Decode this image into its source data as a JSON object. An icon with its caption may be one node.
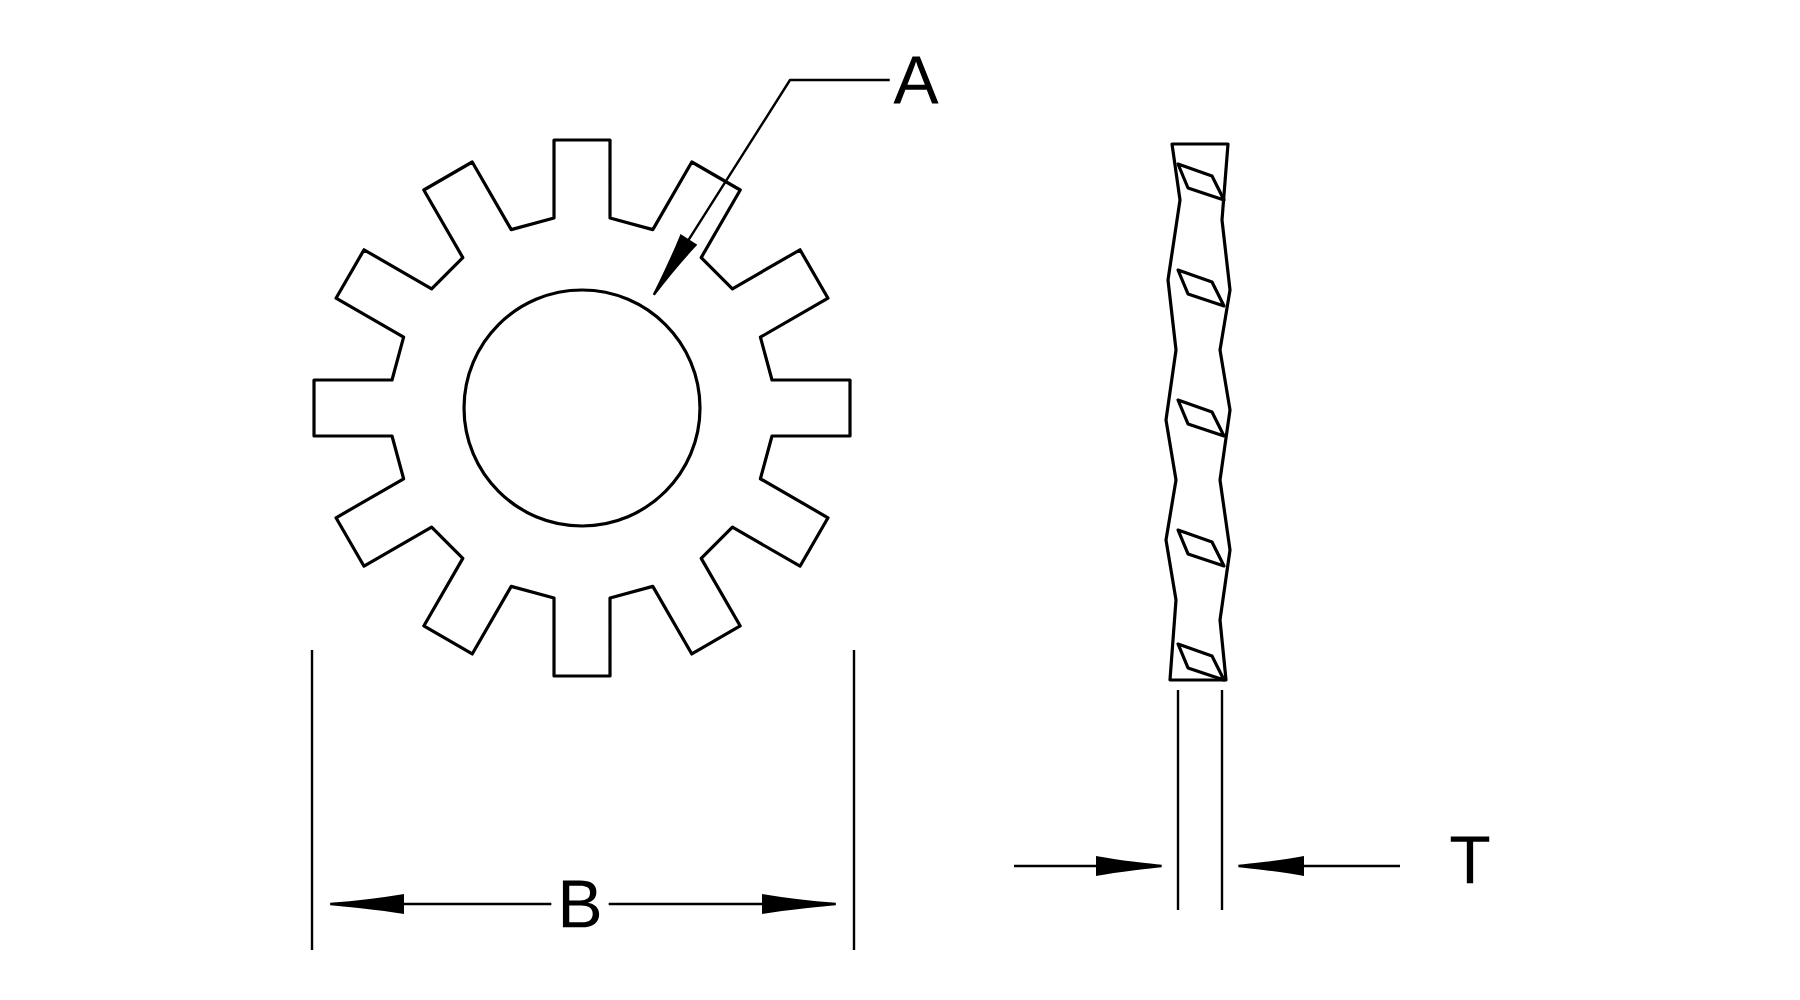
{
  "diagram": {
    "nodes": [
      {
        "text": [
          "A"
        ]
      },
      {
        "text": [],
        "shape": "circle"
      }
    ],
    "edges": [
      {
        "from": 0,
        "to": 1,
        "arrow": "to"
      }
    ],
    "labels": [
      "B",
      "T"
    ]
  }
}
